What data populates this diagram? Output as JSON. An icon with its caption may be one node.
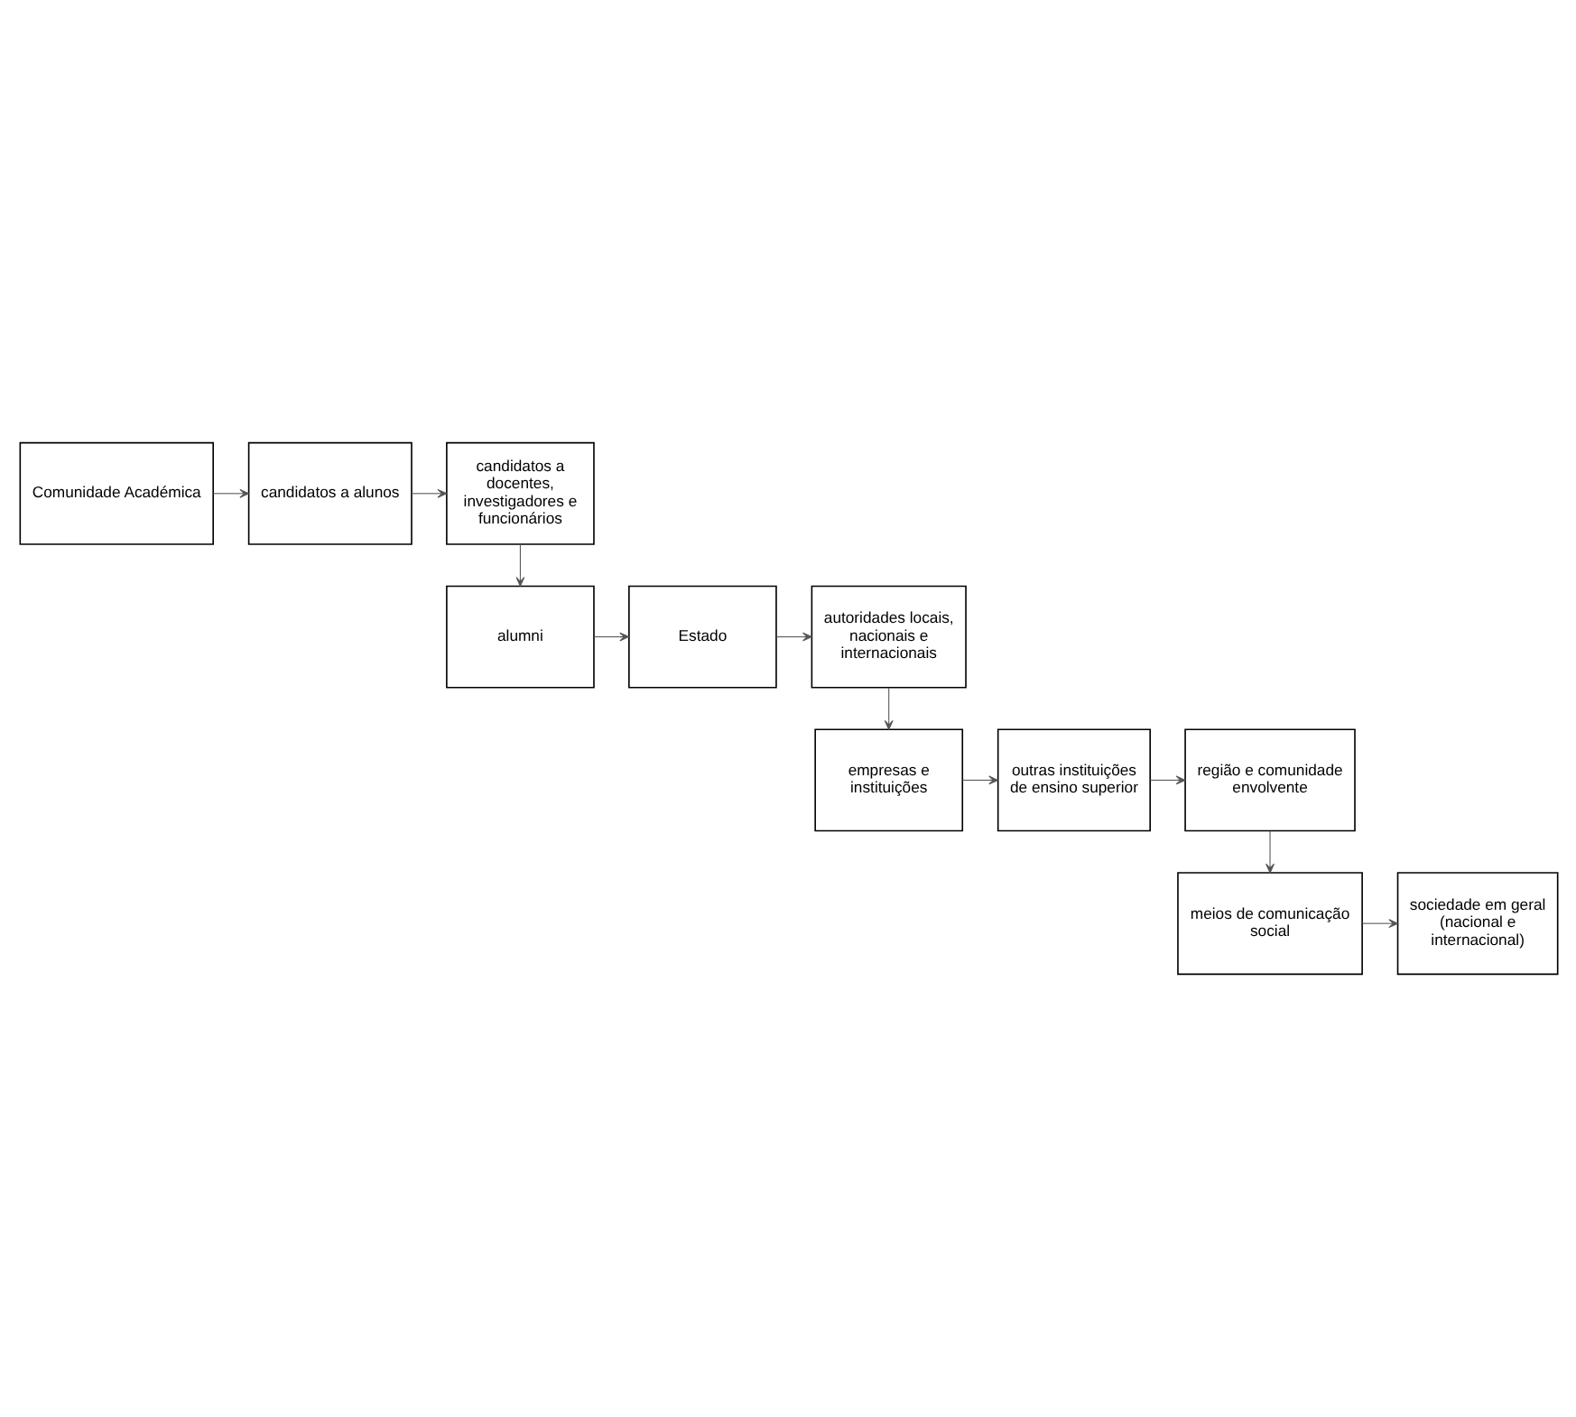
{
  "diagram": {
    "nodes": [
      {
        "text": [
          "Comunidade Académica"
        ]
      },
      {
        "text": [
          "candidatos a alunos"
        ]
      },
      {
        "text": [
          "candidatos a docentes, investigadores e funcionários"
        ]
      },
      {
        "text": [
          "alumni"
        ]
      },
      {
        "text": [
          "Estado"
        ]
      },
      {
        "text": [
          "autoridades locais, nacionais e internacionais"
        ]
      },
      {
        "text": [
          "empresas e instituições"
        ]
      },
      {
        "text": [
          "outras instituições de ensino superior"
        ]
      },
      {
        "text": [
          "região e comunidade envolvente"
        ]
      },
      {
        "text": [
          "meios de comunicação social"
        ]
      },
      {
        "text": [
          "sociedade em geral (nacional e internacional)"
        ]
      }
    ],
    "edges": [
      {
        "from": 0,
        "to": 1,
        "arrow": "to"
      },
      {
        "from": 1,
        "to": 2,
        "arrow": "to"
      },
      {
        "from": 2,
        "to": 3,
        "arrow": "to"
      },
      {
        "from": 3,
        "to": 4,
        "arrow": "to"
      },
      {
        "from": 4,
        "to": 5,
        "arrow": "to"
      },
      {
        "from": 5,
        "to": 6,
        "arrow": "to"
      },
      {
        "from": 6,
        "to": 7,
        "arrow": "to"
      },
      {
        "from": 7,
        "to": 8,
        "arrow": "to"
      },
      {
        "from": 8,
        "to": 9,
        "arrow": "to"
      },
      {
        "from": 9,
        "to": 10,
        "arrow": "to"
      }
    ]
  }
}
